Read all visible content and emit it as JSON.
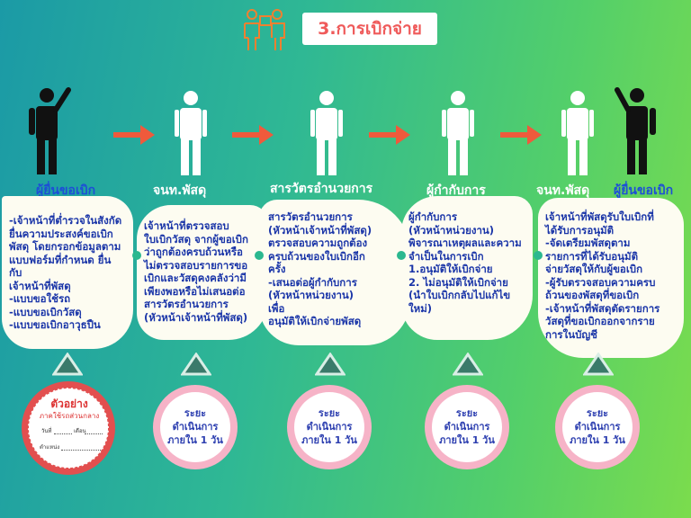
{
  "title": "3.การเบิกจ่าย",
  "steps": [
    {
      "role": "ผู้ยื่นขอเบิก",
      "text": "-เจ้าหน้าที่ต่ำรวจในสังกัด\nยื่นความประสงค์ขอเบิก\nพัสดุ โดยกรอกข้อมูลตาม\nแบบฟอร์มที่กำหนด ยื่น\nกับ\nเจ้าหน้าที่พัสดุ\n-แบบขอใช้รถ\n-แบบขอเบิกวัสดุ\n-แบบขอเบิกอาวุธปืน"
    },
    {
      "role": "จนท.พัสดุ",
      "text": "เจ้าหน้าที่ตรวจสอบ\nใบเบิกวัสดุ จากผู้ขอเบิก\nว่าถูกต้องครบถ้วนหรือ\nไม่ตรวจสอบรายการขอ\nเบิกและวัสดุคงคลังว่ามี\nเพียงพอหรือไม่เสนอต่อ\nสารวัตรอำนวยการ\n(หัวหน้าเจ้าหน้าที่พัสดุ)"
    },
    {
      "role": "สารวัตรอำนวยการ",
      "text": "สารวัตรอำนวยการ\n(หัวหน้าเจ้าหน้าที่พัสดุ)\nตรวจสอบความถูกต้อง\nครบถ้วนของใบเบิกอีก\nครั้ง\n-เสนอต่อผู้กำกับการ\n(หัวหน้าหน่วยงาน)\nเพื่อ\nอนุมัติให้เบิกจ่ายพัสดุ"
    },
    {
      "role": "ผู้กำกับการ",
      "text": "ผู้กำกับการ\n(หัวหน้าหน่วยงาน)\nพิจารณาเหตุผลและความ\nจำเป็นในการเบิก\n1.อนุมัติให้เบิกจ่าย\n2. ไม่อนุมัติให้เบิกจ่าย\n(นำใบเบิกกลับไปแก้ไข\nใหม่)"
    },
    {
      "role": "จนท.พัสดุ",
      "role2": "ผู้ยื่นขอเบิก",
      "text": "เจ้าหน้าที่พัสดุรับใบเบิกที่\nได้รับการอนุมัติ\n-จัดเตรียมพัสดุตาม\nรายการที่ได้รับอนุมัติ\nจ่ายวัสดุให้กับผู้ขอเบิก\n-ผู้รับตรวจสอบความครบ\nถ้วนของพัสดุที่ขอเบิก\n-เจ้าหน้าที่พัสดุตัดรายการ\nวัสดุที่ขอเบิกออกจากราย\nการในบัญชี"
    }
  ],
  "duration": "ระยะ\nดำเนินการ\nภายใน 1 วัน",
  "stamp": {
    "title": "ตัวอย่าง",
    "subtitle": "ภาคใช้รถส่วนกลาง",
    "date_label": "วันที่",
    "month_label": "เดือน",
    "position_label": "ตำแหน่ง"
  },
  "colors": {
    "role_left": "#1d4fd6",
    "role_other": "#ffffff",
    "arrow": "#ef5a3c",
    "title_text": "#ef5a5a",
    "card_text": "#1a35a8"
  },
  "icons": [
    "delivery-person-icon",
    "person-raising-hand-icon",
    "person-icon",
    "arrow-right-icon",
    "triangle-up-icon"
  ]
}
